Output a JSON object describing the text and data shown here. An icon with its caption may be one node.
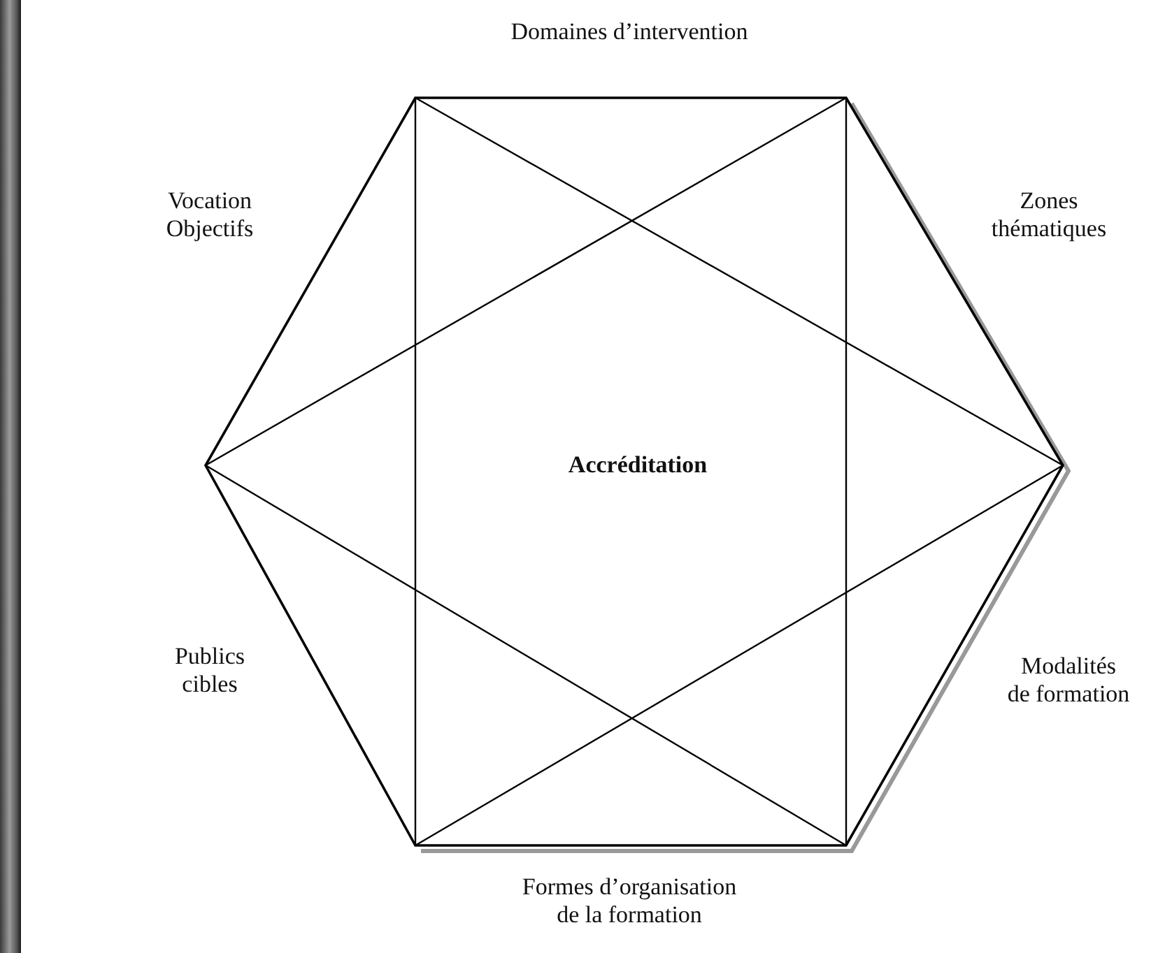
{
  "diagram": {
    "nodes": [
      {
        "text": [],
        "shape": "bar"
      },
      {
        "text": [
          "Accréditation"
        ],
        "beside": [
          "Domaines d’intervention",
          "Vocation Objectifs",
          "Zones thématiques",
          "Publics cibles",
          "Modalités de formation",
          "Formes d’organisation de la formation"
        ]
      }
    ]
  }
}
